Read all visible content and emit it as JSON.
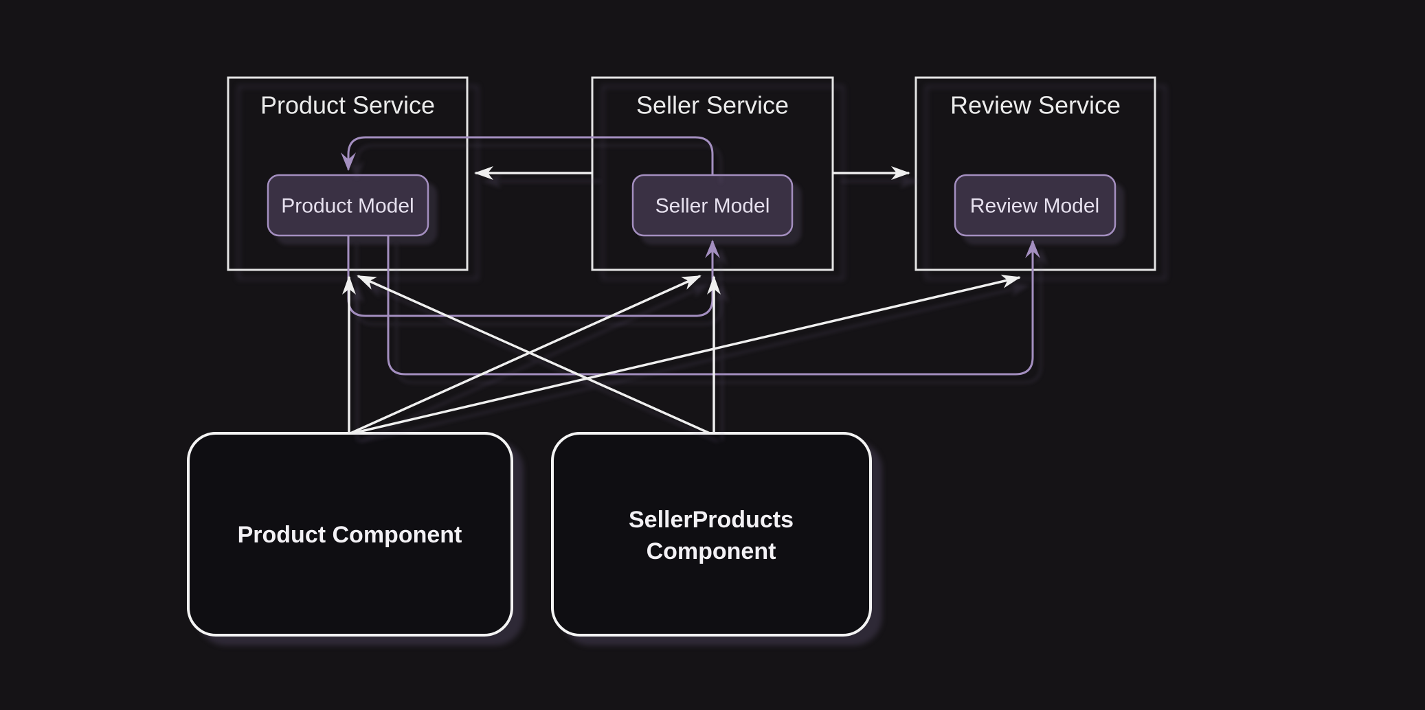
{
  "diagram": {
    "type": "flowchart",
    "background": "#151316",
    "colors": {
      "service_border": "#e5e5e5",
      "service_title_text": "#ebebeb",
      "model_fill": "#3a3144",
      "model_border": "#a48fc0",
      "model_text": "#e6e0ee",
      "component_fill": "#0f0e12",
      "component_border": "#f4f4f4",
      "component_text": "#f3f1f5",
      "edge_white": "#efefef",
      "edge_purple": "#a48fc0",
      "shadow": "rgba(125,108,152,0.25)"
    },
    "services": [
      {
        "id": "product-service",
        "title": "Product Service",
        "model": "Product Model"
      },
      {
        "id": "seller-service",
        "title": "Seller Service",
        "model": "Seller Model"
      },
      {
        "id": "review-service",
        "title": "Review Service",
        "model": "Review Model"
      }
    ],
    "components": [
      {
        "id": "product-component",
        "line1": "Product Component"
      },
      {
        "id": "sellerproducts-component",
        "line1": "SellerProducts",
        "line2": "Component"
      }
    ],
    "edges": [
      {
        "from": "seller-service",
        "to": "product-service",
        "color": "white",
        "route": "horizontal"
      },
      {
        "from": "seller-service",
        "to": "review-service",
        "color": "white",
        "route": "horizontal"
      },
      {
        "from": "product-component",
        "to": "product-service",
        "color": "white",
        "route": "straight-up"
      },
      {
        "from": "product-component",
        "to": "seller-service",
        "color": "white",
        "route": "diagonal"
      },
      {
        "from": "product-component",
        "to": "review-service",
        "color": "white",
        "route": "diagonal"
      },
      {
        "from": "sellerproducts-component",
        "to": "product-service",
        "color": "white",
        "route": "diagonal"
      },
      {
        "from": "sellerproducts-component",
        "to": "seller-service",
        "color": "white",
        "route": "straight-up"
      },
      {
        "from": "seller-model",
        "to": "product-model",
        "color": "purple",
        "route": "over-top"
      },
      {
        "from": "product-model",
        "to": "seller-model",
        "color": "purple",
        "route": "under-bottom"
      },
      {
        "from": "product-model",
        "to": "review-model",
        "color": "purple",
        "route": "under-bottom"
      }
    ]
  }
}
